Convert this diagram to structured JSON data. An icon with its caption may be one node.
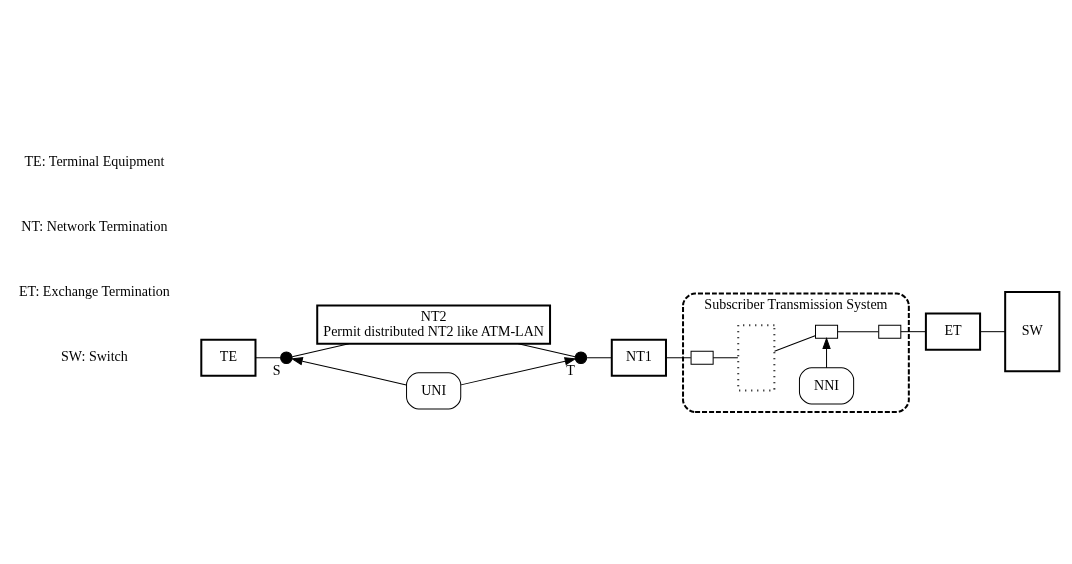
{
  "diagram": {
    "nodes": [
      {
        "text": [
          "TE"
        ]
      },
      {
        "text": [],
        "shape": "circle",
        "beside": [
          "S"
        ]
      },
      {
        "text": [
          "NT2",
          "Permit distributed NT2 like ATM-LAN"
        ]
      },
      {
        "text": [],
        "shape": "circle",
        "beside": [
          "T"
        ]
      },
      {
        "text": [
          "NT1"
        ]
      },
      {
        "text": [
          "Subscriber Transmission System"
        ]
      },
      {
        "text": [],
        "shape": "box",
        "in": 5
      },
      {
        "text": [],
        "shape": "box",
        "in": 5
      },
      {
        "text": [],
        "shape": "box",
        "in": 5
      },
      {
        "text": [],
        "shape": "box",
        "in": 5
      },
      {
        "text": [
          "NNI"
        ],
        "in": 5
      },
      {
        "text": [
          "ET"
        ]
      },
      {
        "text": [
          "SW"
        ]
      },
      {
        "text": [
          "UNI"
        ]
      }
    ],
    "edges": [
      {
        "from": 0,
        "to": 1,
        "arrow": "none"
      },
      {
        "from": 1,
        "to": 2,
        "arrow": "none"
      },
      {
        "from": 2,
        "to": 3,
        "arrow": "none"
      },
      {
        "from": 3,
        "to": 4,
        "arrow": "none"
      },
      {
        "from": 4,
        "to": 6,
        "arrow": "none"
      },
      {
        "from": 6,
        "to": 7,
        "arrow": "none"
      },
      {
        "from": 7,
        "to": 8,
        "arrow": "none"
      },
      {
        "from": 8,
        "to": 9,
        "arrow": "none"
      },
      {
        "from": 9,
        "to": 11,
        "arrow": "none"
      },
      {
        "from": 11,
        "to": 12,
        "arrow": "none"
      },
      {
        "from": 13,
        "to": 1,
        "arrow": "to"
      },
      {
        "from": 13,
        "to": 3,
        "arrow": "to"
      },
      {
        "from": 10,
        "to": 8,
        "arrow": "to"
      }
    ],
    "labels": [
      "TE: Terminal Equipment",
      "NT: Network Termination",
      "ET: Exchange Termination",
      "SW: Switch"
    ]
  }
}
